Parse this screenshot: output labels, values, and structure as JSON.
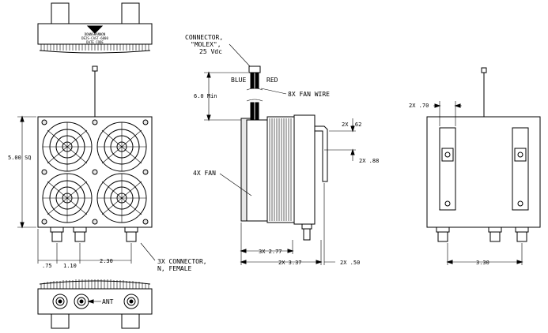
{
  "logo_text": {
    "brand": "DOWNSHANNON",
    "line2": "DE2S-CAST-6000",
    "line3": "DATE CODE"
  },
  "labels": {
    "connector_molex": [
      "CONNECTOR,",
      "\"MOLEX\",",
      "25 Vdc"
    ],
    "blue": "BLUE",
    "red": "RED",
    "fan_wire": "8X FAN WIRE",
    "min_length": "6.0 Min",
    "fan_count": "4X FAN",
    "connector_type": [
      "3X CONNECTOR,",
      "N, FEMALE"
    ],
    "ant": "ANT"
  },
  "dimensions": {
    "height_sq": "5.00 SQ",
    "d_075": ".75",
    "d_110": "1.10",
    "d_230": "2.30",
    "d_062": "2X .62",
    "d_088": "2X .88",
    "d_277": "3X 2.77",
    "d_337": "2X 3.37",
    "d_050": "2X .50",
    "d_070": "2X .70",
    "d_330": "3.30"
  }
}
